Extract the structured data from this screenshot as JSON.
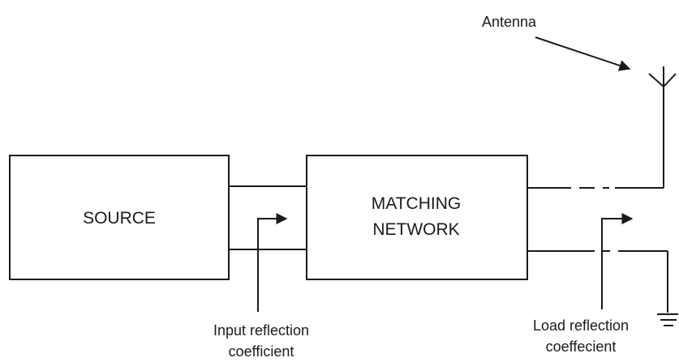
{
  "blocks": {
    "source": "SOURCE",
    "matching_line1": "MATCHING",
    "matching_line2": "NETWORK"
  },
  "labels": {
    "antenna": "Antenna",
    "input_line1": "Input reflection",
    "input_line2": "coefficient",
    "load_line1": "Load reflection",
    "load_line2": "coeffecient"
  }
}
